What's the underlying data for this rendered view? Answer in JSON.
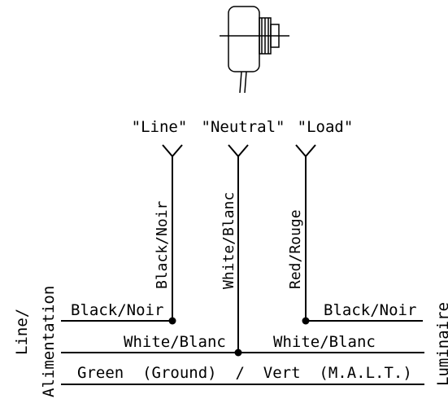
{
  "terminals": {
    "line": "\"Line\"",
    "neutral": "\"Neutral\"",
    "load": "\"Load\""
  },
  "leads": {
    "black": "Black/Noir",
    "white": "White/Blanc",
    "red": "Red/Rouge"
  },
  "bus": {
    "black_left": "Black/Noir",
    "black_right": "Black/Noir",
    "white_left": "White/Blanc",
    "white_right": "White/Blanc",
    "ground": "Green  (Ground)  /  Vert  (M.A.L.T.)"
  },
  "side_labels": {
    "left_line1": "Line/",
    "left_line2": "Alimentation",
    "right": "Luminaire"
  }
}
